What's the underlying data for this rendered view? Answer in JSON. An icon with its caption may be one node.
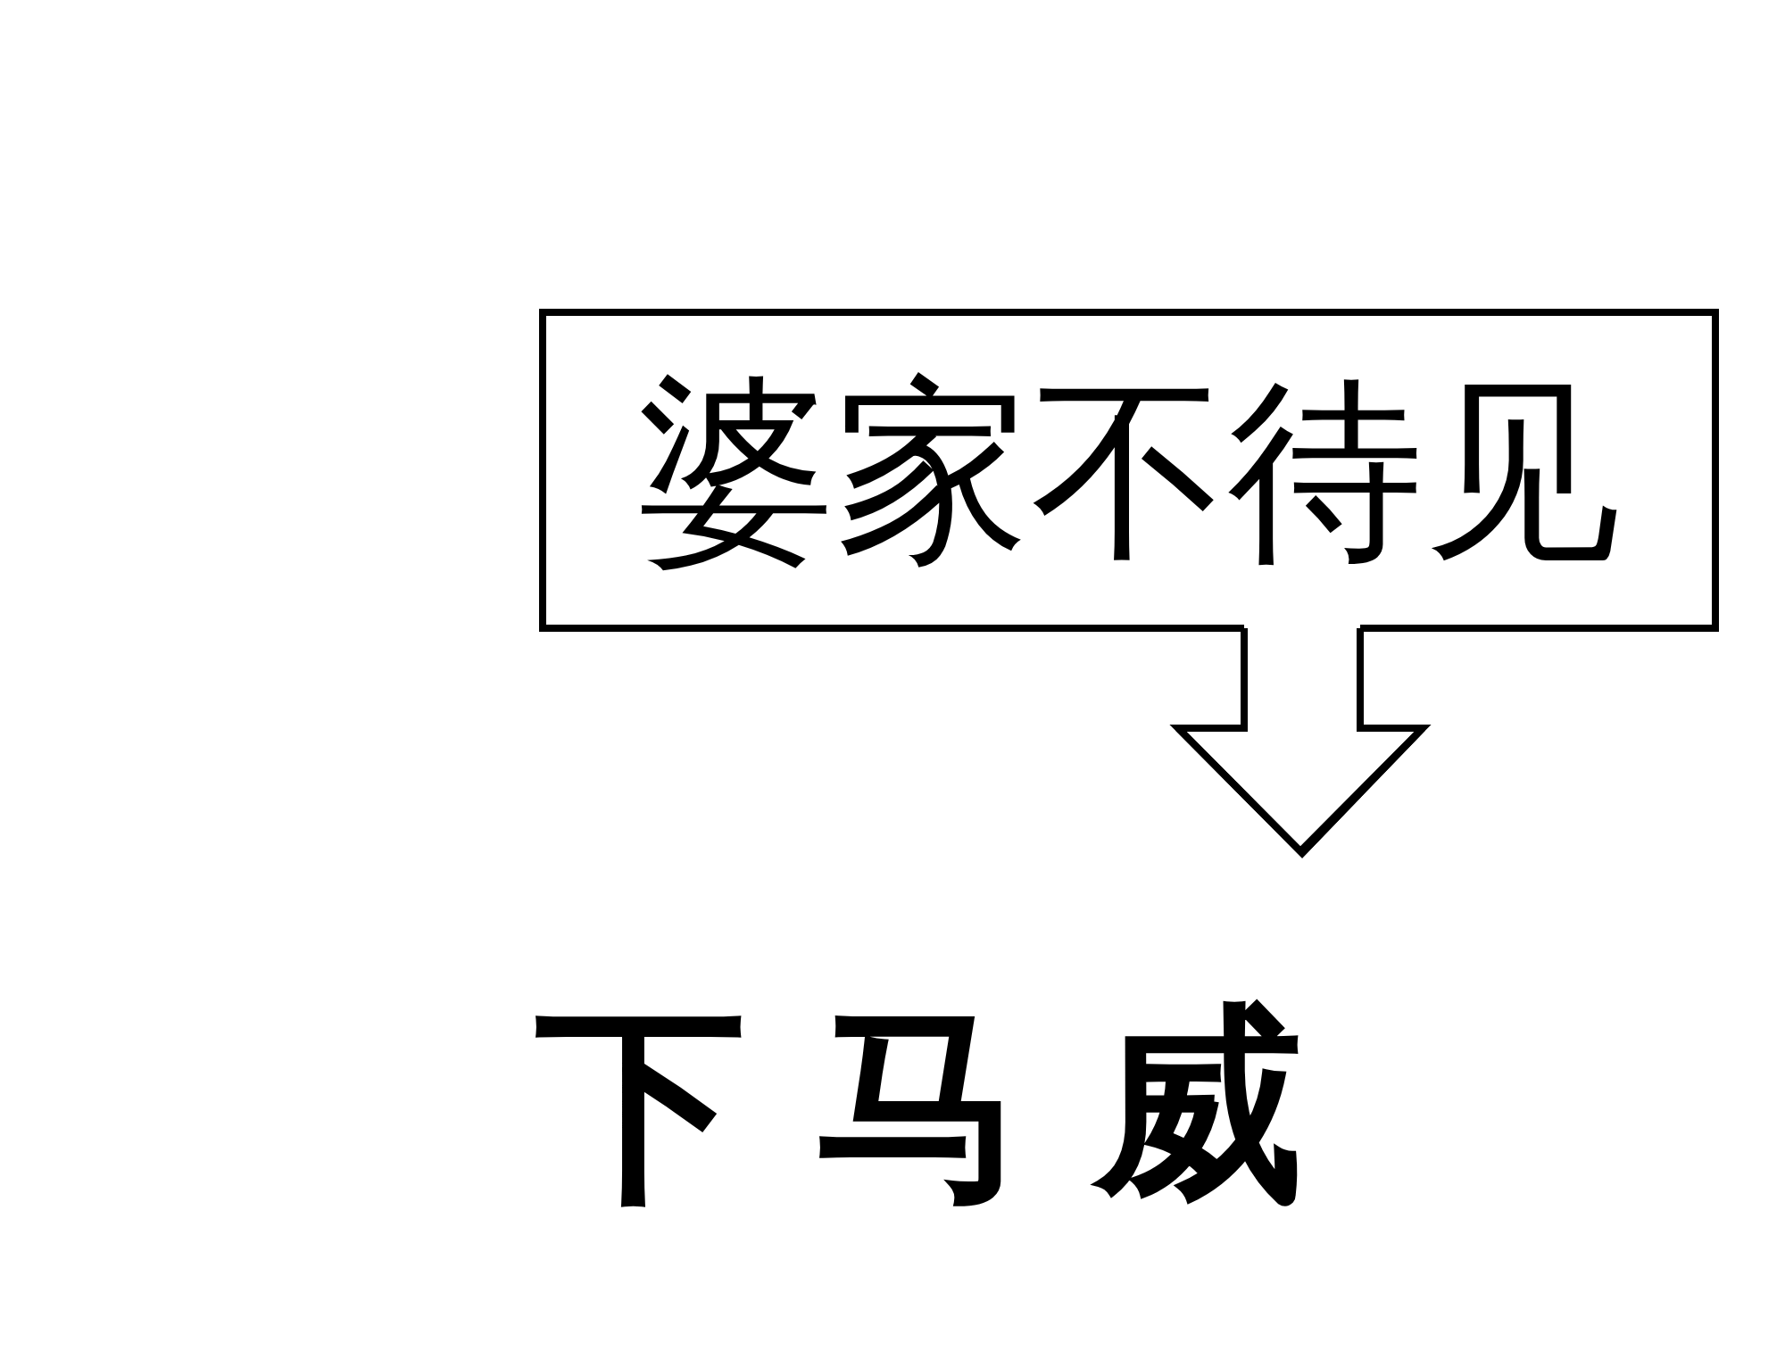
{
  "diagram": {
    "nodes": [
      {
        "text": [
          "婆家不待见"
        ]
      },
      {
        "text": [
          "下马威"
        ]
      }
    ],
    "edges": [
      {
        "from": 0,
        "to": 1,
        "arrow": "to"
      }
    ]
  }
}
